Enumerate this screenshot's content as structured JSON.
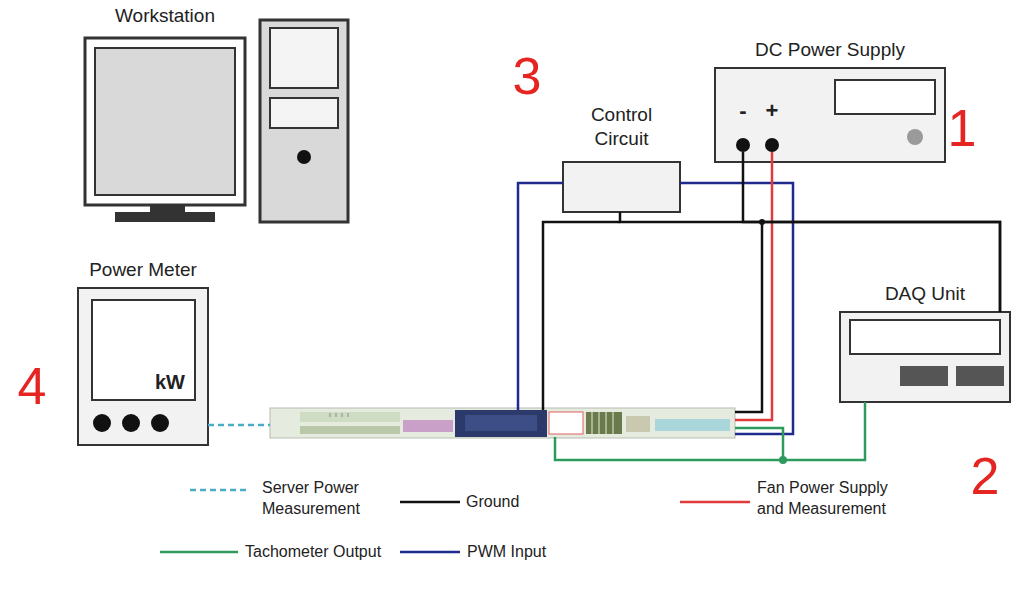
{
  "diagram": {
    "nodes": [
      {
        "text": [
          "Workstation"
        ]
      },
      {
        "text": [
          "DC Power Supply",
          "-",
          "+"
        ]
      },
      {
        "text": [
          "Control Circuit"
        ]
      },
      {
        "text": [
          "Power Meter",
          "kW"
        ]
      },
      {
        "text": [
          "DAQ Unit"
        ]
      }
    ],
    "edges": [
      {
        "from": 1,
        "to": 4,
        "arrow": "none"
      },
      {
        "from": 2,
        "to": 4,
        "arrow": "none"
      }
    ],
    "labels": [
      "3",
      "1",
      "4",
      "2"
    ],
    "legend": [
      {
        "text": "Server Power Measurement"
      },
      {
        "text": "Ground"
      },
      {
        "text": "Fan Power Supply and Measurement"
      },
      {
        "text": "Tachometer Output"
      },
      {
        "text": "PWM Input"
      }
    ]
  }
}
